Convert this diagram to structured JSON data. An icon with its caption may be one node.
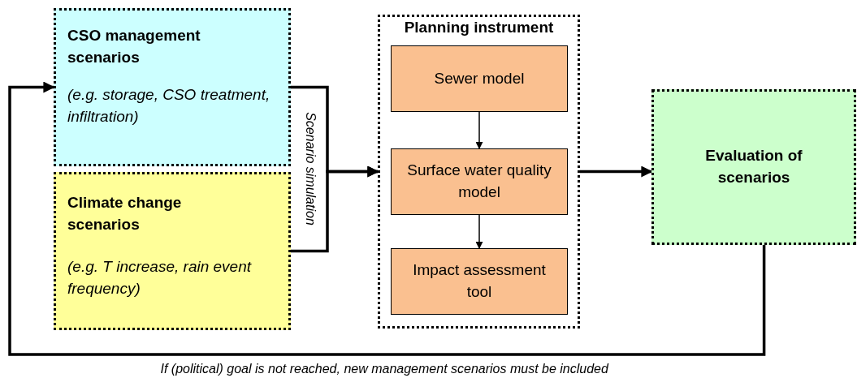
{
  "diagram": {
    "nodes": [
      {
        "text": [
          "CSO management scenarios",
          "(e.g. storage, CSO treatment, infiltration)"
        ]
      },
      {
        "text": [
          "Climate change scenarios",
          "(e.g. T increase, rain event frequency)"
        ]
      },
      {
        "text": [
          "Planning instrument"
        ]
      },
      {
        "text": [
          "Sewer model"
        ],
        "in": 2
      },
      {
        "text": [
          "Surface water quality model"
        ],
        "in": 2
      },
      {
        "text": [
          "Impact assessment tool"
        ],
        "in": 2
      },
      {
        "text": [
          "Evaluation of scenarios"
        ]
      }
    ],
    "edges": [
      {
        "from": 0,
        "to": 2,
        "arrow": "to",
        "label": "Scenario simulation"
      },
      {
        "from": 1,
        "to": 2,
        "arrow": "to"
      },
      {
        "from": 3,
        "to": 4,
        "arrow": "to"
      },
      {
        "from": 4,
        "to": 5,
        "arrow": "to"
      },
      {
        "from": 2,
        "to": 6,
        "arrow": "to"
      },
      {
        "from": 6,
        "to": 0,
        "arrow": "to",
        "label": "If (political) goal is not reached, new management scenarios must be included"
      }
    ]
  }
}
